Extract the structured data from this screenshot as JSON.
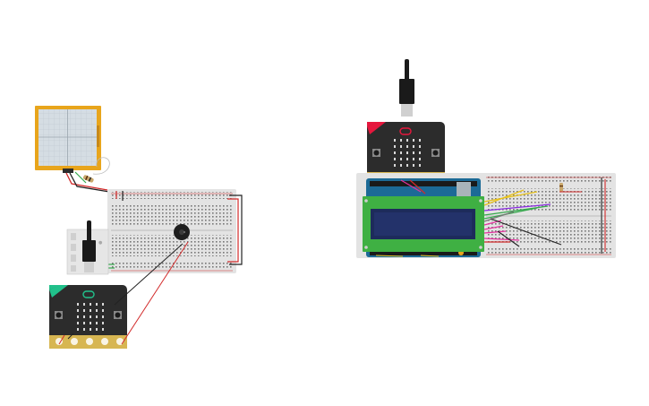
{
  "workspace": {
    "background": "#ffffff"
  },
  "left_circuit": {
    "components": [
      "pressure-sensor",
      "resistor",
      "breadboard-small",
      "piezo-buzzer",
      "usb-cable",
      "edge-connector-breakout",
      "microbit"
    ]
  },
  "right_circuit": {
    "components": [
      "usb-cable",
      "microbit",
      "breadboard-full",
      "arduino-uno",
      "lcd-16x2",
      "resistor"
    ]
  },
  "colors": {
    "sensor_frame": "#e8a51c",
    "sensor_face": "#d5dde3",
    "breadboard": "#e3e3e3",
    "microbit_board": "#2c2c2c",
    "microbit_accent_green": "#21c18b",
    "microbit_accent_red": "#e6173d",
    "gold_pad": "#d7b652",
    "arduino_blue": "#1c6a96",
    "lcd_green": "#3fb043",
    "lcd_screen": "#1d2b5b",
    "wire_red": "#d22a2a",
    "wire_black": "#222222",
    "wire_yellow": "#e8c21a",
    "wire_purple": "#8a2be2",
    "wire_green": "#35a84c",
    "wire_pink": "#e5319f",
    "wire_gray": "#777777"
  },
  "icons": [
    "usb-plug-icon",
    "led-matrix-icon",
    "button-icon",
    "logo-icon"
  ]
}
